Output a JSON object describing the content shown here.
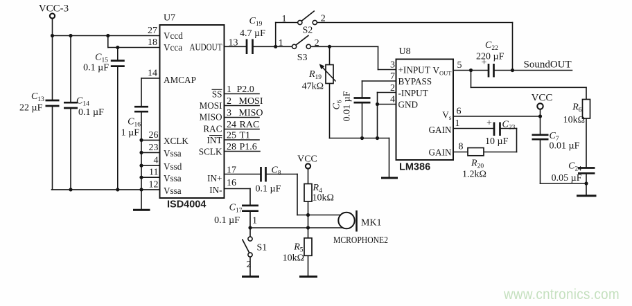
{
  "watermark": {
    "text": "www.cntronics.com",
    "color": "#c5e0bf"
  },
  "power": {
    "vcc3_label": "VCC-3",
    "vcc_mic_label": "VCC",
    "vcc_amp_label": "VCC",
    "sound_out_label": "SoundOUT"
  },
  "u7": {
    "ref": "U7",
    "part": "ISD4004",
    "pins_left": [
      {
        "num": "27",
        "name": "Vccd"
      },
      {
        "num": "18",
        "name": "Vcca"
      },
      {
        "num": "14",
        "name": "AMCAP"
      },
      {
        "num": "26",
        "name": "XCLK"
      },
      {
        "num": "23",
        "name": "Vssa"
      },
      {
        "num": "4",
        "name": "Vssd"
      },
      {
        "num": "11",
        "name": "Vssa"
      },
      {
        "num": "12",
        "name": "Vssa"
      }
    ],
    "pin_audout": {
      "num": "13",
      "name": "AUDOUT"
    },
    "pins_spi": [
      {
        "inner": "SS",
        "num": "1",
        "net": "P2.0"
      },
      {
        "inner": "MOSI",
        "num": "2",
        "net": "MOSI"
      },
      {
        "inner": "MISO",
        "num": "3",
        "net": "MISO"
      },
      {
        "inner": "RAC",
        "num": "24",
        "net": "RAC"
      },
      {
        "inner": "INT",
        "num": "25",
        "net": "T1"
      },
      {
        "inner": "SCLK",
        "num": "28",
        "net": "P1.6"
      }
    ],
    "pin_in_plus": {
      "num": "17",
      "name": "IN+"
    },
    "pin_in_minus": {
      "num": "16",
      "name": "IN-"
    }
  },
  "u8": {
    "ref": "U8",
    "part": "LM386",
    "pins_left": [
      {
        "num": "3",
        "name": "+INPUT"
      },
      {
        "num": "7",
        "name": "BYPASS"
      },
      {
        "num": "2",
        "name": "-INPUT"
      },
      {
        "num": "4",
        "name": "GND"
      }
    ],
    "pin_vout": {
      "num": "5",
      "name_main": "V",
      "name_sub": "OUT"
    },
    "pin_vs": {
      "num": "6",
      "name_main": "V",
      "name_sub": "s"
    },
    "pin_gain1": {
      "num": "1",
      "name": "GAIN"
    },
    "pin_gain8": {
      "num": "8",
      "name": "GAIN"
    }
  },
  "capacitors": {
    "c13": {
      "ref": [
        "C",
        "13"
      ],
      "value": "22 µF"
    },
    "c14": {
      "ref": [
        "C",
        "14"
      ],
      "value": "0.1 µF"
    },
    "c15": {
      "ref": [
        "C",
        "15"
      ],
      "value": "0.1 µF"
    },
    "c16": {
      "ref": [
        "C",
        "16"
      ],
      "value": "1 µF"
    },
    "c19": {
      "ref": [
        "C",
        "19"
      ],
      "value": "4.7 µF"
    },
    "c8": {
      "ref": [
        "C",
        "8"
      ],
      "value": "0.1 µF"
    },
    "c17": {
      "ref": [
        "C",
        "17"
      ],
      "value": "0.1 µF"
    },
    "c6": {
      "ref": [
        "C",
        "6"
      ],
      "value": "0.01 µF"
    },
    "c22": {
      "ref": [
        "C",
        "22"
      ],
      "value": "220 µF",
      "polarity": "+"
    },
    "c23": {
      "ref": [
        "C",
        "23"
      ],
      "value": "10 µF",
      "polarity": "+"
    },
    "c7": {
      "ref": [
        "C",
        "7"
      ],
      "value": "0.01 µF"
    },
    "c24": {
      "ref": [
        "C",
        "24"
      ],
      "value": "0.05 µF"
    }
  },
  "resistors": {
    "r19": {
      "ref": [
        "R",
        "19"
      ],
      "value": "47kΩ"
    },
    "r4": {
      "ref": [
        "R",
        "4"
      ],
      "value": "10kΩ"
    },
    "r5": {
      "ref": [
        "R",
        "5"
      ],
      "value": "10kΩ"
    },
    "r6": {
      "ref": [
        "R",
        "6"
      ],
      "value": "10kΩ"
    },
    "r20": {
      "ref": [
        "R",
        "20"
      ],
      "value": "1.2kΩ"
    }
  },
  "switches": {
    "s1": {
      "ref": "S1",
      "t1": "1",
      "t2": "2"
    },
    "s2": {
      "ref": "S2",
      "t1": "1",
      "t2": "2"
    },
    "s3": {
      "ref": "S3",
      "t1": "1",
      "t2": "2"
    }
  },
  "microphone": {
    "ref": "MK1",
    "label": "MCROPHONE2"
  }
}
